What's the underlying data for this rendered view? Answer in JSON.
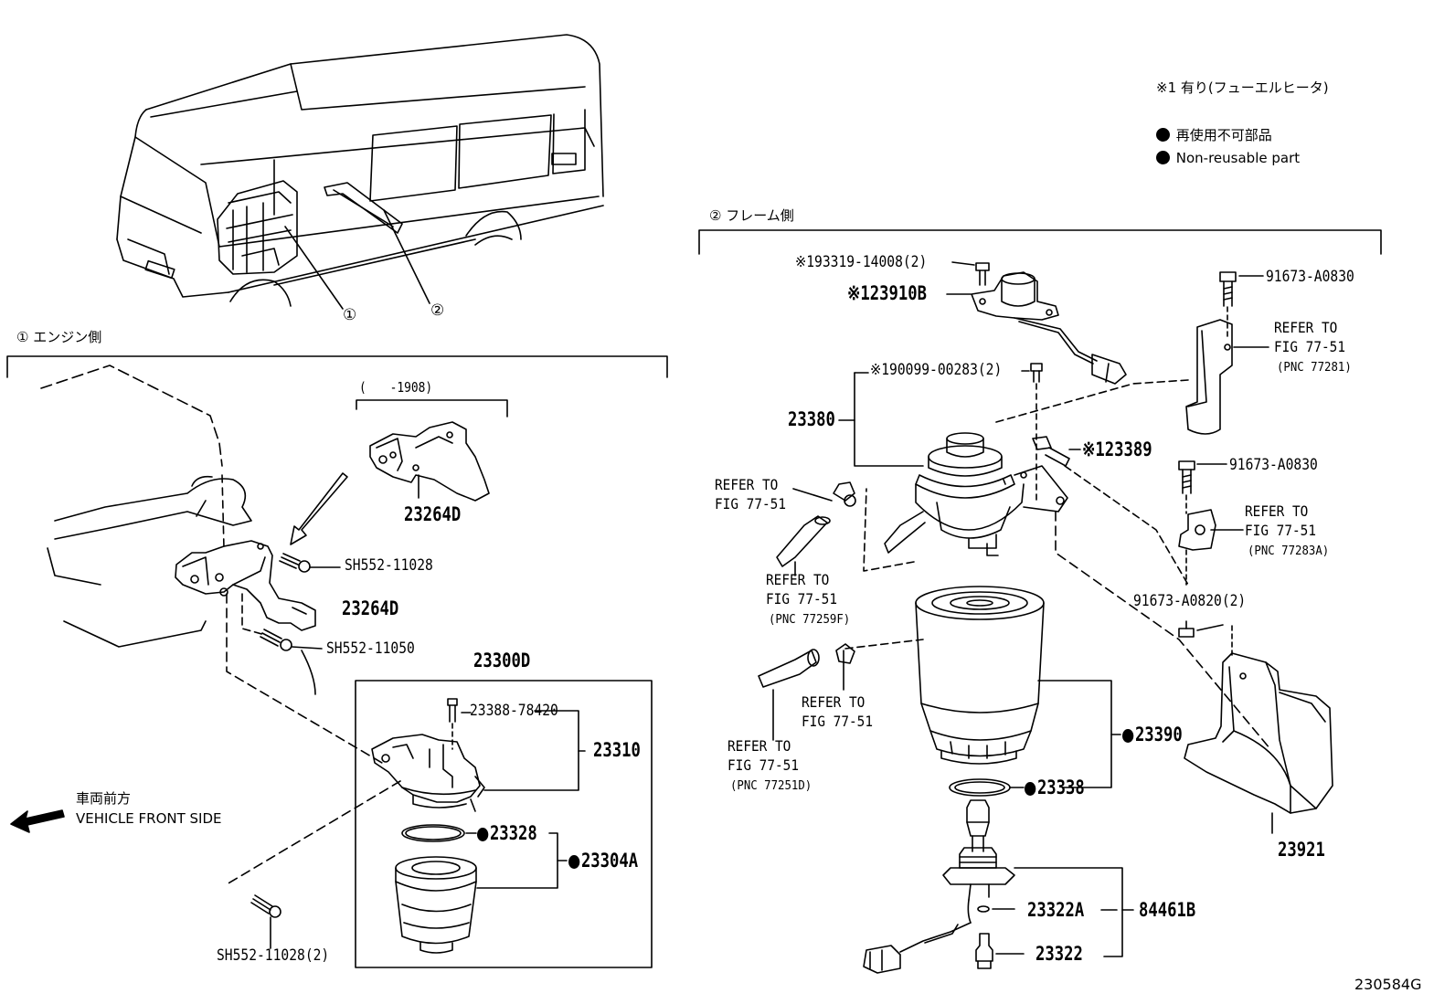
{
  "legend": {
    "heater_note": "※1 有り(フューエルヒータ)",
    "nonreusable_jp": "再使用不可部品",
    "nonreusable_en": "Non-reusable part"
  },
  "sections": {
    "engine_side": "① エンジン側",
    "frame_side": "② フレーム側",
    "callout_1": "①",
    "callout_2": "②"
  },
  "vehicle_front": {
    "jp": "車両前方",
    "en": "VEHICLE FRONT SIDE"
  },
  "engine_side_labels": {
    "date_range": "(　　-1908)",
    "bracket_upper": "23264D",
    "bolt_1": "SH552-11028",
    "bracket_lower": "23264D",
    "bolt_2": "SH552-11050",
    "filter_assy": "23300D",
    "plug": "23388-78420",
    "body": "23310",
    "oring": "23328",
    "element": "23304A",
    "bolt_3": "SH552-11028(2)"
  },
  "frame_side_labels": {
    "screw_heater": "※193319-14008(2)",
    "heater": "※123910B",
    "screw_body": "※190099-00283(2)",
    "pump_body": "23380",
    "clip": "※123389",
    "bolt_top": "91673-A0830",
    "bolt_mid": "91673-A0830",
    "bolt_low": "91673-A0820(2)",
    "cartridge": "23390",
    "gasket": "23338",
    "oring_small": "23322A",
    "sensor_assy": "84461B",
    "sensor": "23322",
    "protector": "23921"
  },
  "refer": {
    "ref_77281": {
      "l1": "REFER TO",
      "l2": "FIG 77-51",
      "l3": "(PNC 77281)"
    },
    "ref_77283A": {
      "l1": "REFER TO",
      "l2": "FIG 77-51",
      "l3": "(PNC 77283A)"
    },
    "ref_hose_top": {
      "l1": "REFER TO",
      "l2": "FIG 77-51"
    },
    "ref_77259F": {
      "l1": "REFER TO",
      "l2": "FIG 77-51",
      "l3": "(PNC 77259F)"
    },
    "ref_clamp": {
      "l1": "REFER TO",
      "l2": "FIG 77-51"
    },
    "ref_77251D": {
      "l1": "REFER TO",
      "l2": "FIG 77-51",
      "l3": "(PNC 77251D)"
    }
  },
  "figure_code": "230584G"
}
